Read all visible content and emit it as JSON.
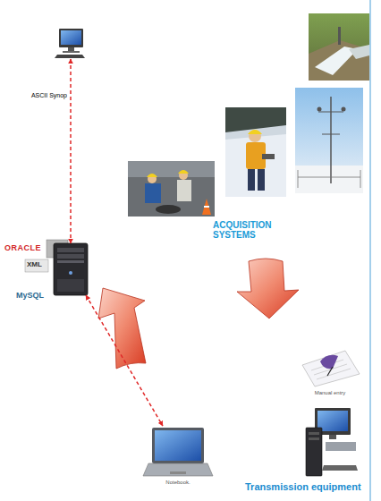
{
  "diagram": {
    "nodes": [
      {
        "text": []
      },
      {
        "text": [
          "ORACLE",
          "XML",
          "MySQL"
        ]
      },
      {
        "text": [
          "ACQUISITION SYSTEMS"
        ]
      },
      {
        "text": [
          "Manual entry"
        ]
      },
      {
        "text": [
          "Transmission equipment"
        ]
      },
      {
        "text": [
          "Notebook."
        ]
      }
    ],
    "edges": [
      {
        "from": 0,
        "to": 1,
        "label": "ASCII Synop",
        "arrow": "both"
      },
      {
        "from": 1,
        "to": 5,
        "arrow": "both"
      }
    ]
  }
}
